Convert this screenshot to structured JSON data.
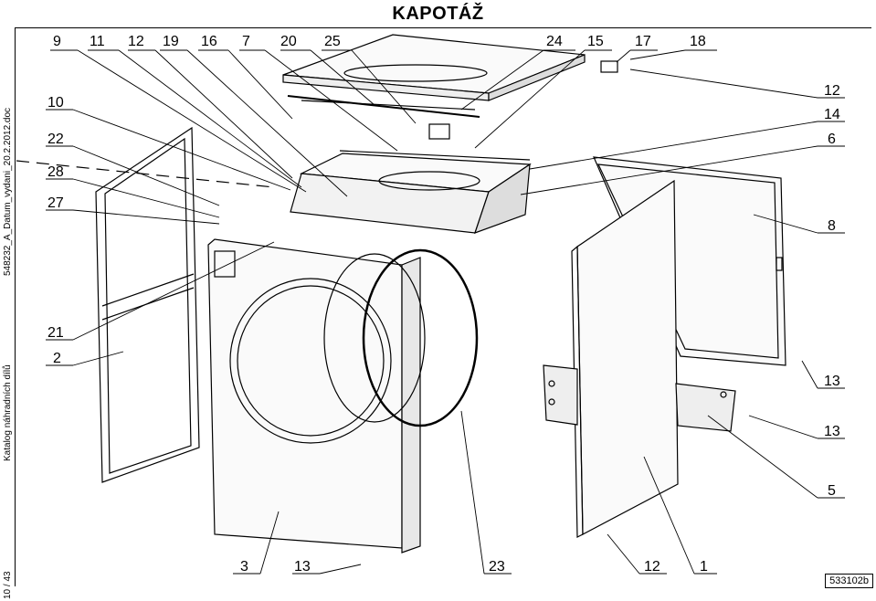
{
  "title": "KAPOTÁŽ",
  "doc_ref": "548232_A_Datum_vydani_20.2.2012.doc",
  "catalog": "Katalog náhradních dílů",
  "page": "10 / 43",
  "drawing_code": "533102b",
  "labels": {
    "top": [
      "9",
      "11",
      "12",
      "19",
      "16",
      "7",
      "20",
      "25",
      "24",
      "15",
      "17",
      "18"
    ],
    "left": [
      "10",
      "22",
      "28",
      "27",
      "21",
      "2"
    ],
    "right": [
      "12",
      "14",
      "6",
      "8",
      "13",
      "13",
      "5"
    ],
    "bottom": [
      "3",
      "13",
      "23",
      "12",
      "1"
    ]
  }
}
